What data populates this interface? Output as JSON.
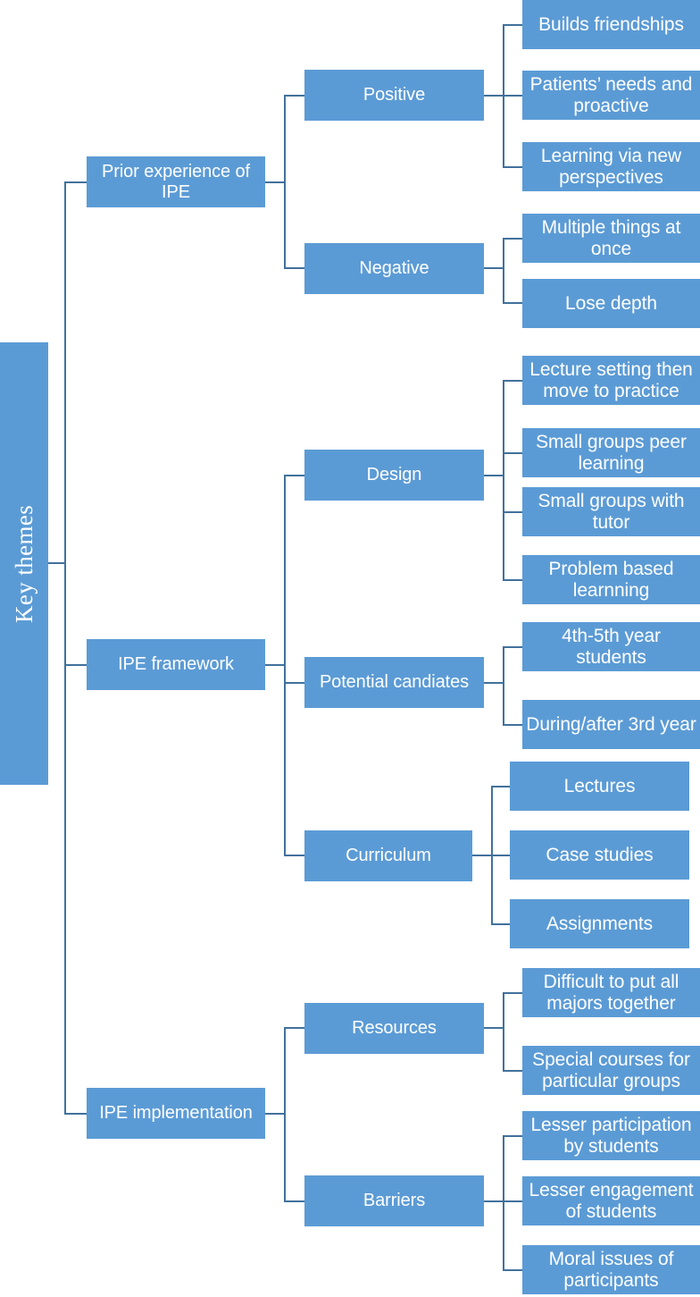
{
  "diagram": {
    "title": "Key themes",
    "type": "hierarchy-tree",
    "accent_color": "#5B9BD5",
    "connector_color": "#41719C",
    "text_color": "#FFFFFF",
    "background_color": "#FFFFFF",
    "root": {
      "label": "Key themes"
    },
    "branches": [
      {
        "label": "Prior experience of IPE",
        "children": [
          {
            "label": "Positive",
            "children": [
              {
                "label": "Builds friendships"
              },
              {
                "label": "Patients’ needs and proactive"
              },
              {
                "label": "Learning via new perspectives"
              }
            ]
          },
          {
            "label": "Negative",
            "children": [
              {
                "label": "Multiple things at once"
              },
              {
                "label": "Lose depth"
              }
            ]
          }
        ]
      },
      {
        "label": "IPE framework",
        "children": [
          {
            "label": "Design",
            "children": [
              {
                "label": "Lecture setting then move to practice"
              },
              {
                "label": "Small groups peer learning"
              },
              {
                "label": "Small groups with tutor"
              },
              {
                "label": "Problem based learnning"
              }
            ]
          },
          {
            "label": "Potential candiates",
            "children": [
              {
                "label": "4th-5th year students"
              },
              {
                "label": "During/after 3rd year"
              }
            ]
          },
          {
            "label": "Curriculum",
            "children": [
              {
                "label": "Lectures"
              },
              {
                "label": "Case studies"
              },
              {
                "label": "Assignments"
              }
            ]
          }
        ]
      },
      {
        "label": "IPE implementation",
        "children": [
          {
            "label": "Resources",
            "children": [
              {
                "label": "Difficult to put all majors together"
              },
              {
                "label": "Special courses for particular groups"
              }
            ]
          },
          {
            "label": "Barriers",
            "children": [
              {
                "label": "Lesser participation by students"
              },
              {
                "label": "Lesser engagement of students"
              },
              {
                "label": "Moral issues of participants"
              }
            ]
          }
        ]
      }
    ]
  }
}
